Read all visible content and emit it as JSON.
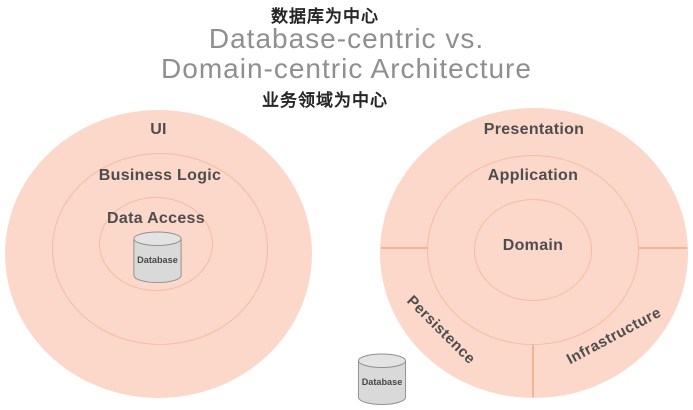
{
  "title": {
    "zh_top": "数据库为中心",
    "line1": "Database-centric vs.",
    "line2": "Domain-centric Architecture",
    "zh_bottom": "业务领域为中心"
  },
  "left_diagram": {
    "style": "database-centric concentric rings",
    "outer_ring": "UI",
    "middle_ring": "Business Logic",
    "inner_ring": "Data Access",
    "center": "Database"
  },
  "right_diagram": {
    "style": "domain-centric concentric rings",
    "outer_ring_top": "Presentation",
    "middle_ring": "Application",
    "inner_ring": "Domain",
    "outer_segment_bottom_left": "Persistence",
    "outer_segment_bottom_right": "Infrastructure",
    "external_database": "Database"
  },
  "colors": {
    "circle_fill": "#fcd8cb",
    "ring_line": "#f5bca2",
    "divider_line": "#f0b498",
    "layer_label_text": "#4d4d4d",
    "title_text": "#8f8f8f",
    "annotation_text": "#262626",
    "cylinder_fill": "#d9d9d9",
    "cylinder_top_fill": "#e3e3e3",
    "cylinder_stroke": "#8f8f8f"
  }
}
